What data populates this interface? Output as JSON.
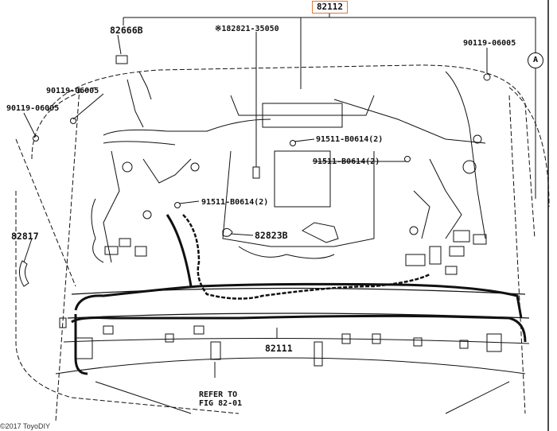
{
  "labels": {
    "main_part": "82112",
    "part_82666b": "82666B",
    "part_82821": "※182821-35050",
    "part_90119_top": "90119-06005",
    "part_90119_left1": "90119-06005",
    "part_90119_left2": "90119-06005",
    "part_91511_a": "91511-B0614(2)",
    "part_91511_b": "91511-B0614(2)",
    "part_91511_c": "91511-B0614(2)",
    "part_82817": "82817",
    "part_82823b": "82823B",
    "part_82111": "82111",
    "refer_line1": "REFER TO",
    "refer_line2": "FIG 82-01",
    "circle_ref": "A",
    "copyright": "©2017 ToyoDIY"
  }
}
